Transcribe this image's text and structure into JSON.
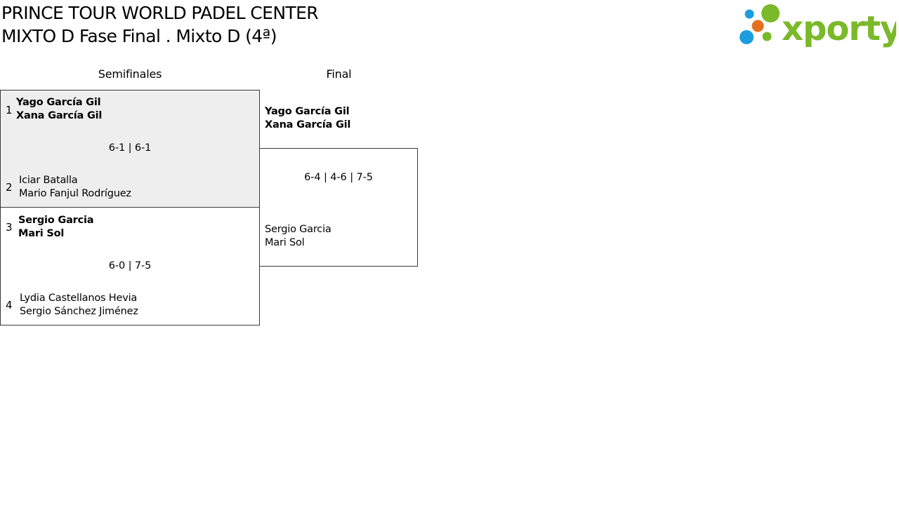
{
  "header": {
    "title_line1": "PRINCE TOUR WORLD PADEL CENTER",
    "title_line2": "MIXTO D Fase Final . Mixto D (4ª)"
  },
  "logo": {
    "text": "xporty",
    "colors": {
      "green": "#7ab929",
      "blue": "#1a9ee0",
      "orange": "#e4701e"
    }
  },
  "rounds": {
    "semifinals_label": "Semifinales",
    "final_label": "Final"
  },
  "semifinals": [
    {
      "highlighted": true,
      "score": "6-1 | 6-1",
      "top": {
        "seed": "1",
        "player1": "Yago García Gil",
        "player2": "Xana García Gil",
        "winner": true
      },
      "bottom": {
        "seed": "2",
        "player1": "Iciar Batalla",
        "player2": "Mario Fanjul Rodríguez",
        "winner": false
      }
    },
    {
      "highlighted": false,
      "score": "6-0 | 7-5",
      "top": {
        "seed": "3",
        "player1": "Sergio Garcia",
        "player2": "Mari Sol",
        "winner": true
      },
      "bottom": {
        "seed": "4",
        "player1": "Lydia Castellanos Hevia",
        "player2": "Sergio Sánchez Jiménez",
        "winner": false
      }
    }
  ],
  "final": {
    "score": "6-4 | 4-6 | 7-5",
    "top": {
      "player1": "Yago García Gil",
      "player2": "Xana García Gil",
      "winner": true
    },
    "bottom": {
      "player1": "Sergio Garcia",
      "player2": "Mari Sol",
      "winner": false
    }
  },
  "theme": {
    "highlight_bg": "#eeeeee",
    "border": "#3a3a3a"
  }
}
